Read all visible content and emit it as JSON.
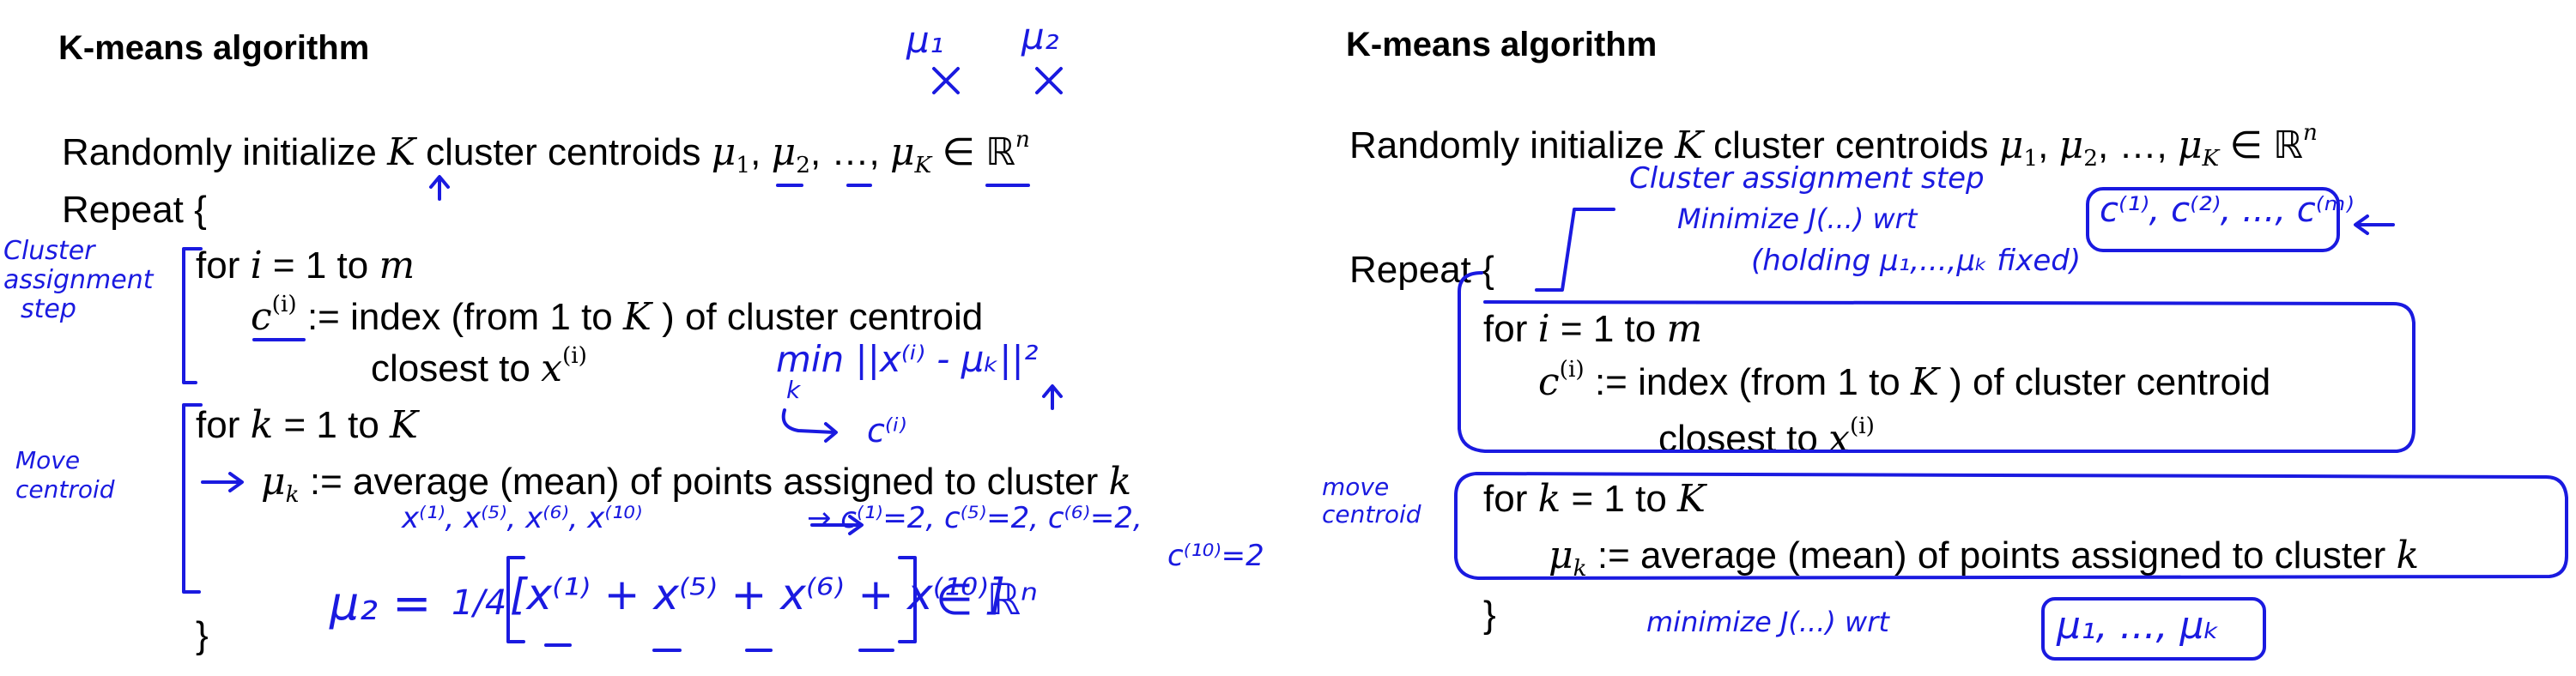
{
  "left_slide": {
    "title": "K-means algorithm",
    "init": {
      "prefix": "Randomly initialize",
      "K": "K",
      "mid": "cluster centroids",
      "mu": "μ",
      "s1": "1",
      "s2": "2",
      "sK": "K",
      "dots": "…",
      "in": "∈",
      "R": "ℝ",
      "n": "n"
    },
    "repeat": "Repeat {",
    "for_i": {
      "prefix": "for",
      "var": "i",
      "rest": "= 1 to",
      "m": "m"
    },
    "assign": {
      "c": "c",
      "sup": "(i)",
      "text": ":= index (from 1 to",
      "K": "K",
      "rest": ") of cluster centroid"
    },
    "closest": {
      "text": "closest to",
      "x": "x",
      "sup": "(i)"
    },
    "for_k": {
      "prefix": "for",
      "var": "k",
      "rest": "= 1 to",
      "K": "K"
    },
    "update": {
      "mu": "μ",
      "sub": "k",
      "text": ":= average (mean) of points assigned to cluster",
      "k": "k"
    },
    "close": "}"
  },
  "right_slide": {
    "title": "K-means algorithm",
    "init": {
      "prefix": "Randomly initialize",
      "K": "K",
      "mid": "cluster centroids",
      "mu": "μ",
      "s1": "1",
      "s2": "2",
      "sK": "K",
      "dots": "…",
      "in": "∈",
      "R": "ℝ",
      "n": "n"
    },
    "repeat": "Repeat {",
    "for_i": {
      "prefix": "for",
      "var": "i",
      "rest": "= 1 to",
      "m": "m"
    },
    "assign": {
      "c": "c",
      "sup": "(i)",
      "text": ":= index (from 1 to",
      "K": "K",
      "rest": ") of cluster centroid"
    },
    "closest": {
      "text": "closest to",
      "x": "x",
      "sup": "(i)"
    },
    "for_k": {
      "prefix": "for",
      "var": "k",
      "rest": "= 1 to",
      "K": "K"
    },
    "update": {
      "mu": "μ",
      "sub": "k",
      "text": ":= average (mean) of points assigned to cluster",
      "k": "k"
    },
    "close": "}"
  },
  "handwriting_left": {
    "mu1": "μ₁",
    "mu2": "μ₂",
    "cluster_assignment": [
      "Cluster",
      "assignment",
      "step"
    ],
    "move_centroid": [
      "Move",
      "centroid"
    ],
    "min_expr": "min ||x⁽ⁱ⁾ - μₖ||²",
    "min_k": "k",
    "ci": "c⁽ⁱ⁾",
    "points": "x⁽¹⁾, x⁽⁵⁾, x⁽⁶⁾, x⁽¹⁰⁾",
    "assignments": "→ c⁽¹⁾=2, c⁽⁵⁾=2, c⁽⁶⁾=2,",
    "assignment10": "c⁽¹⁰⁾=2",
    "mu2_eq": "μ₂ =",
    "frac": "1/4",
    "sum": "[x⁽¹⁾ + x⁽⁵⁾ + x⁽⁶⁾ + x⁽¹⁰⁾]",
    "in_rn": "∈ ℝⁿ"
  },
  "handwriting_right": {
    "cluster_assignment_step": "Cluster assignment step",
    "minimize_J": "Minimize J(...) wrt",
    "c_vars": "c⁽¹⁾, c⁽²⁾, ..., c⁽ᵐ⁾",
    "holding": "(holding μ₁,...,μₖ fixed)",
    "move_centroid": [
      "move",
      "centroid"
    ],
    "minimize_J2": "minimize J(...) wrt",
    "mu_vars": "μ₁, ..., μₖ"
  }
}
